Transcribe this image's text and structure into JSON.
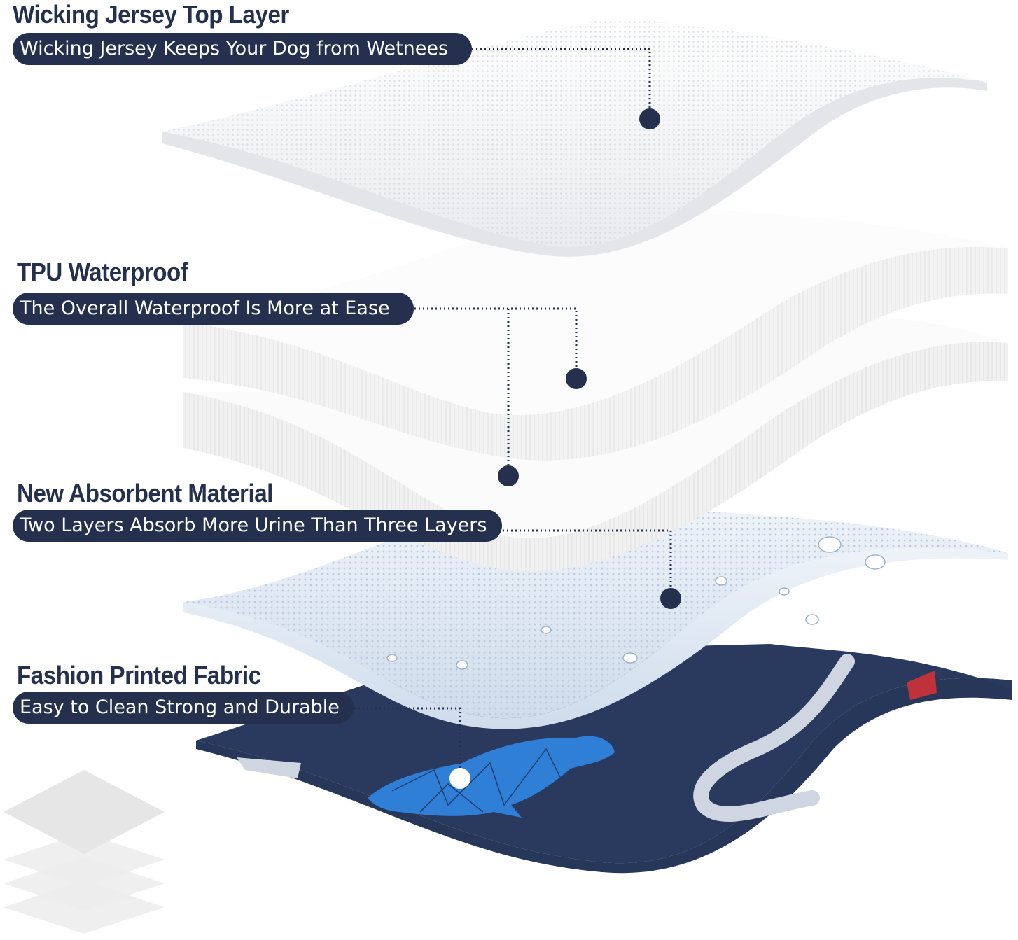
{
  "layers": [
    {
      "id": "wicking-jersey",
      "heading": "Wicking Jersey Top Layer",
      "description": "Wicking Jersey Keeps Your Dog from Wetnees",
      "fabric_color": "#f3f4f6"
    },
    {
      "id": "tpu-waterproof",
      "heading": "TPU Waterproof",
      "description": "The Overall Waterproof Is More at Ease",
      "fabric_color": "#f7f7f7"
    },
    {
      "id": "absorbent-material",
      "heading": "New Absorbent Material",
      "description": "Two Layers Absorb More Urine Than Three Layers",
      "fabric_color": "#dde6f1"
    },
    {
      "id": "printed-fabric",
      "heading": "Fashion Printed Fabric",
      "description": "Easy to Clean  Strong and Durable",
      "fabric_color": "#27375a"
    }
  ],
  "colors": {
    "label_navy": "#24304d",
    "pill_text": "#ffffff",
    "marker_dot": "#24304d",
    "marker_dot_light": "#ffffff",
    "print_blue": "#2f7fd6",
    "print_gray": "#cfd6e2",
    "layer_stack_icon": "#ececec"
  },
  "icons": {
    "corner": "layer-stack-icon",
    "markers": "dot-marker-icon"
  }
}
